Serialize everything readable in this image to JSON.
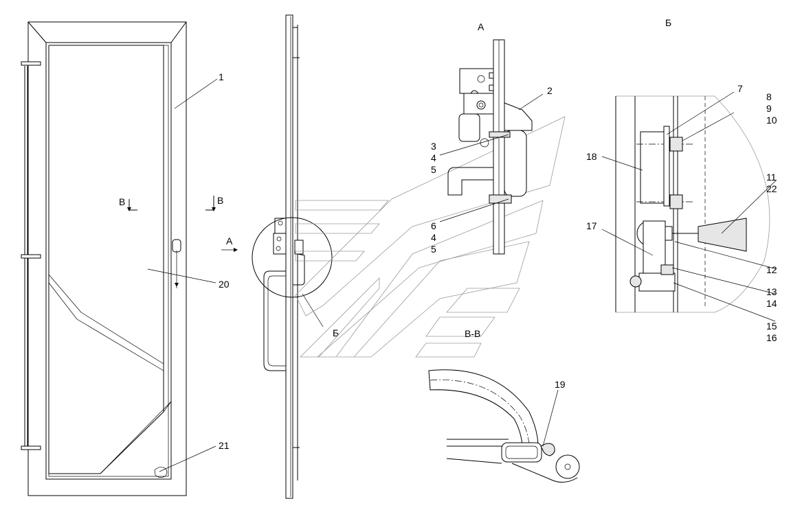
{
  "views": {
    "view_a_title": "А",
    "view_b_title": "Б",
    "section_title": "В-В",
    "section_mark_left": "В",
    "section_mark_right": "В",
    "arrow_a_label": "А",
    "circle_b_label": "Б"
  },
  "callouts": {
    "c1": "1",
    "c2": "2",
    "c3": "3",
    "c4a": "4",
    "c5a": "5",
    "c6": "6",
    "c4b": "4",
    "c5b": "5",
    "c7": "7",
    "c8": "8",
    "c9": "9",
    "c10": "10",
    "c11": "11",
    "c22": "22",
    "c12": "12",
    "c13": "13",
    "c14": "14",
    "c15": "15",
    "c16": "16",
    "c17": "17",
    "c18": "18",
    "c19": "19",
    "c20": "20",
    "c21": "21"
  }
}
